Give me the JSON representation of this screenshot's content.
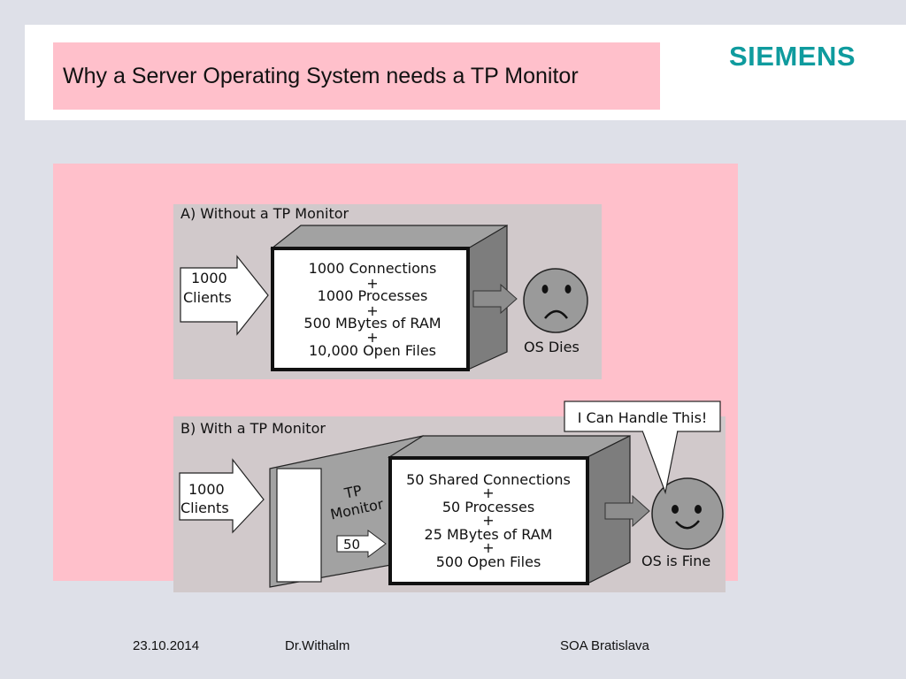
{
  "slide": {
    "title": "Why a Server Operating System needs a TP Monitor",
    "logo_text": "SIEMENS",
    "colors": {
      "background": "#dee0e8",
      "title_box": "#ffc0cb",
      "panel": "#ffc0cb",
      "diagram_bg": "#d1c9cb",
      "logo": "#0f9b9e"
    }
  },
  "diagram": {
    "part_a": {
      "heading": "A)  Without a TP Monitor",
      "clients": [
        "1000",
        "Clients"
      ],
      "box_lines": [
        "1000 Connections",
        "+",
        "1000 Processes",
        "+",
        "500 MBytes of RAM",
        "+",
        "10,000 Open Files"
      ],
      "result": "OS Dies",
      "face": "sad-face"
    },
    "part_b": {
      "heading": "B)  With a TP Monitor",
      "clients": [
        "1000",
        "Clients"
      ],
      "monitor_label": [
        "TP",
        "Monitor"
      ],
      "monitor_count": "50",
      "box_lines": [
        "50 Shared Connections",
        "+",
        "50 Processes",
        "+",
        "25 MBytes of RAM",
        "+",
        "500 Open Files"
      ],
      "result": "OS is Fine",
      "callout": "I Can Handle This!",
      "face": "happy-face"
    }
  },
  "footer": {
    "date": "23.10.2014",
    "author": "Dr.Withalm",
    "event": "SOA Bratislava"
  }
}
